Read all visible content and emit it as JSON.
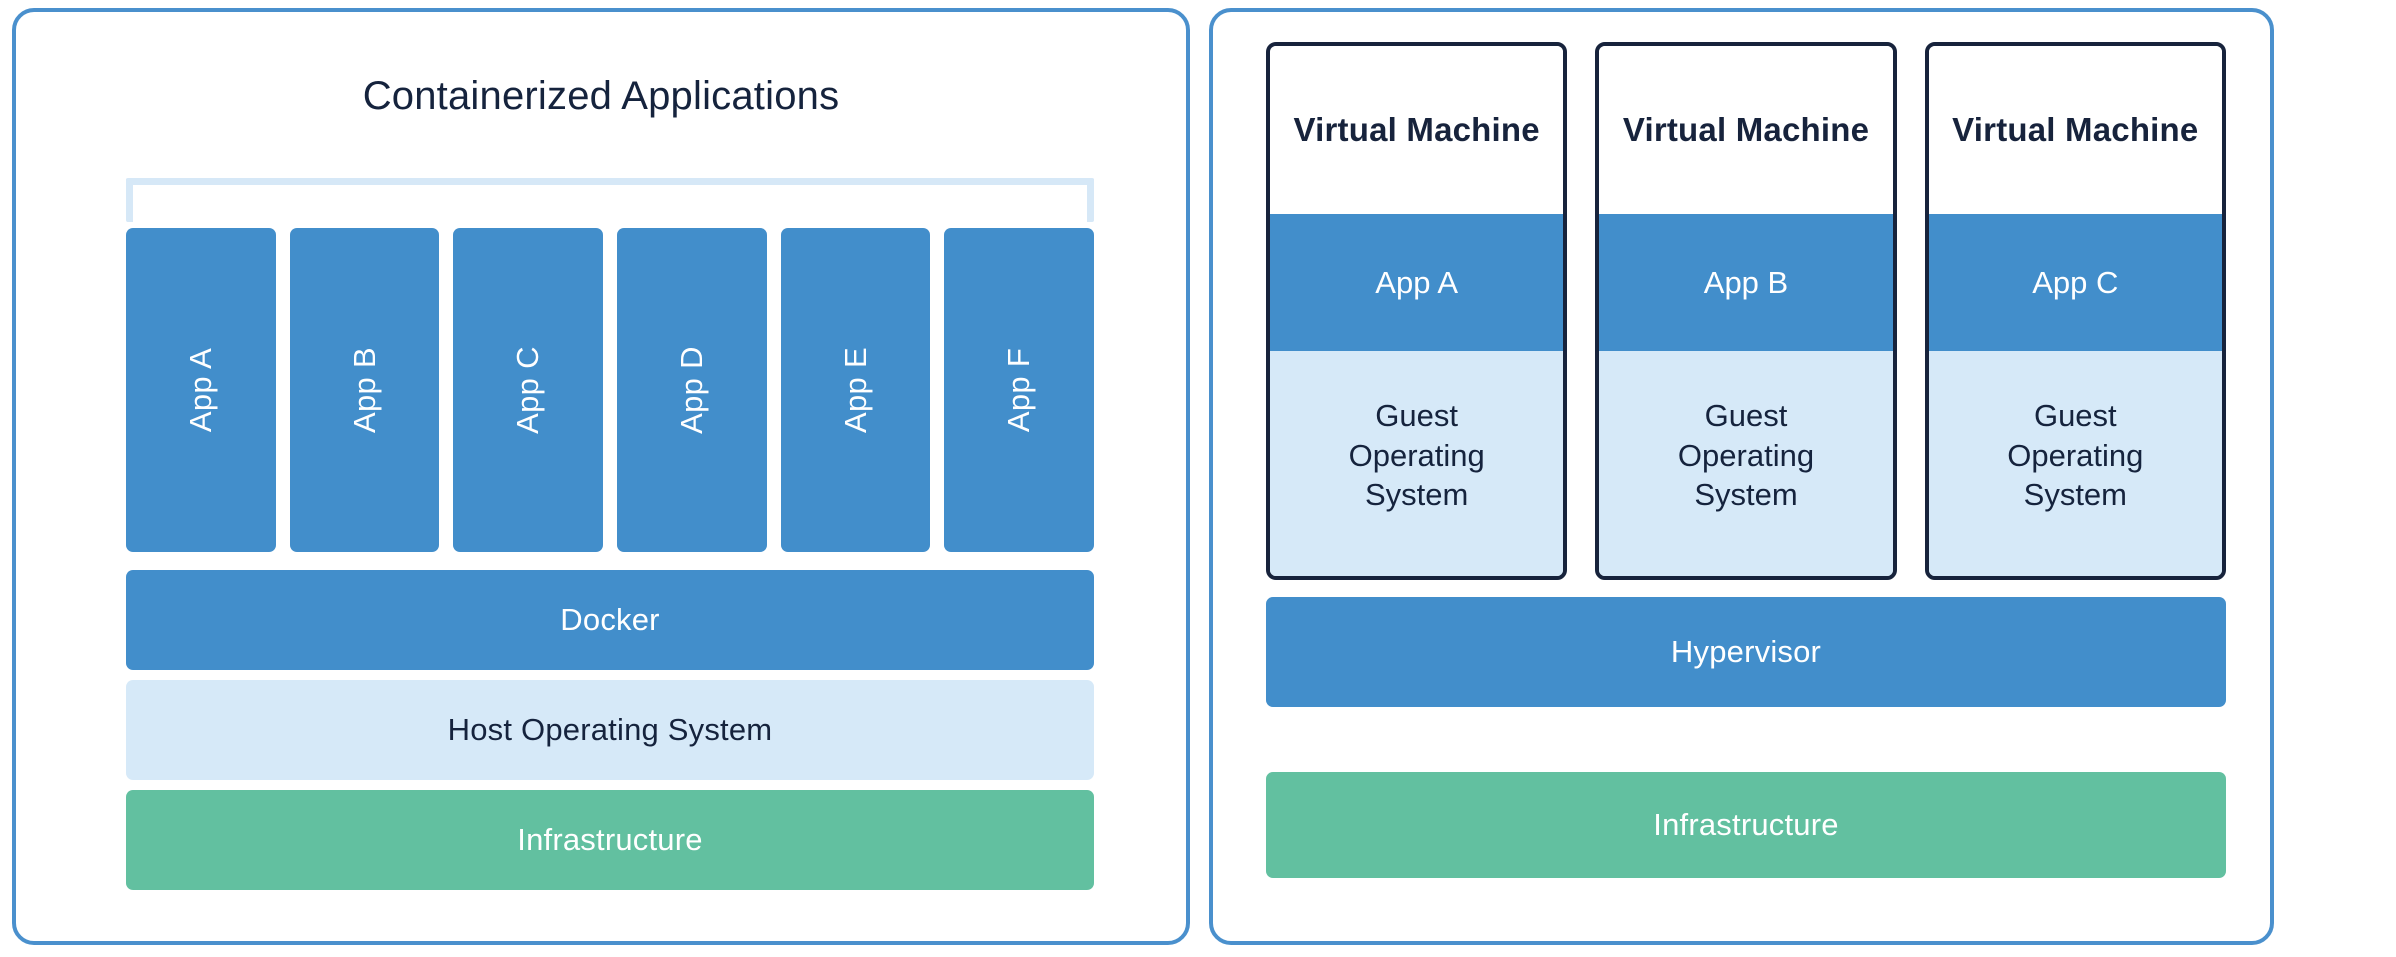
{
  "diagram": {
    "title_left": "Containerized Applications",
    "colors": {
      "panel_border": "#4a90cd",
      "app_blue": "#428ecb",
      "light_blue": "#d6e9f8",
      "bracket_blue": "#d6e8f7",
      "infra_green": "#62c0a0",
      "dark_navy": "#17233c",
      "white": "#ffffff"
    }
  },
  "containers_panel": {
    "title": "Containerized Applications",
    "apps": [
      {
        "label": "App A"
      },
      {
        "label": "App B"
      },
      {
        "label": "App C"
      },
      {
        "label": "App D"
      },
      {
        "label": "App E"
      },
      {
        "label": "App F"
      }
    ],
    "layers": [
      {
        "label": "Docker",
        "kind": "runtime"
      },
      {
        "label": "Host Operating System",
        "kind": "os"
      },
      {
        "label": "Infrastructure",
        "kind": "infrastructure"
      }
    ]
  },
  "vms_panel": {
    "vms": [
      {
        "title": "Virtual Machine",
        "app": "App A",
        "guest_os_line1": "Guest",
        "guest_os_line2": "Operating",
        "guest_os_line3": "System"
      },
      {
        "title": "Virtual Machine",
        "app": "App B",
        "guest_os_line1": "Guest",
        "guest_os_line2": "Operating",
        "guest_os_line3": "System"
      },
      {
        "title": "Virtual Machine",
        "app": "App C",
        "guest_os_line1": "Guest",
        "guest_os_line2": "Operating",
        "guest_os_line3": "System"
      }
    ],
    "layers": [
      {
        "label": "Hypervisor",
        "kind": "hypervisor"
      },
      {
        "label": "Infrastructure",
        "kind": "infrastructure"
      }
    ]
  }
}
